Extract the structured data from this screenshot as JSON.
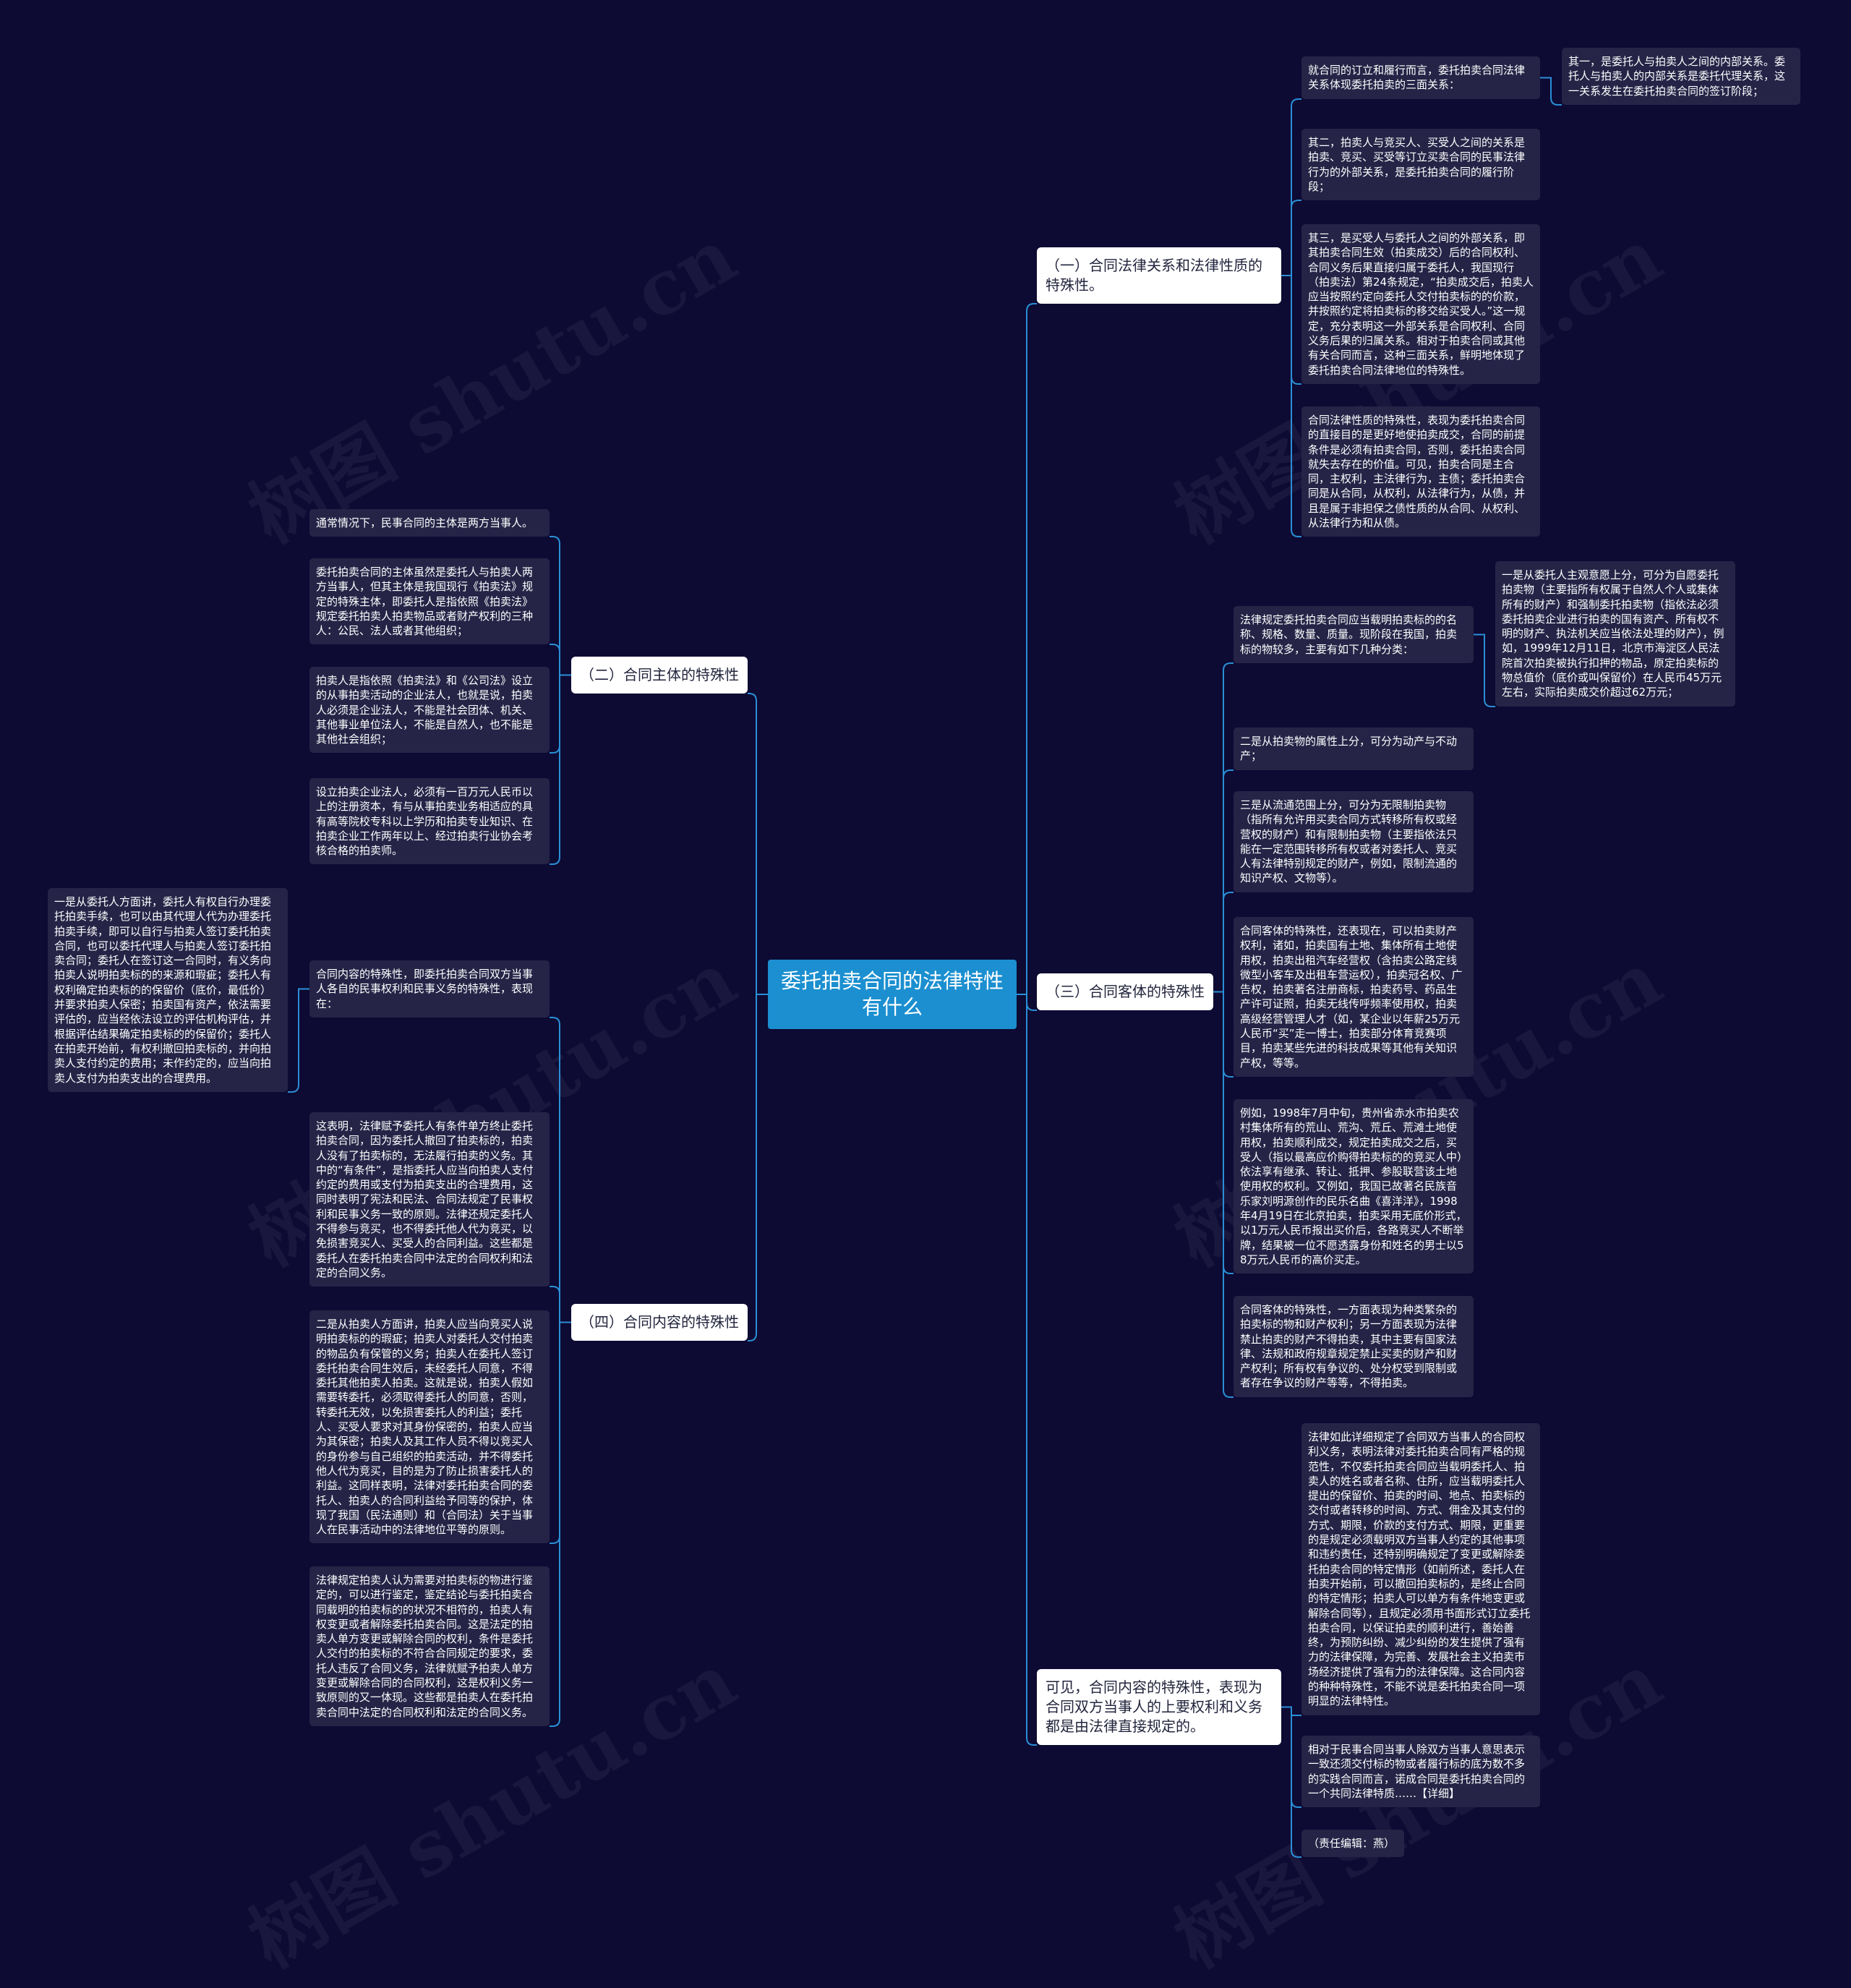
{
  "watermark": "树图 shutu.cn",
  "root": "委托拍卖合同的法律特性有什么",
  "branches": {
    "b1": "（一）合同法律关系和法律性质的特殊性。",
    "b2": "（二）合同主体的特殊性",
    "b3": "（三）合同客体的特殊性",
    "b4": "（四）合同内容的特殊性",
    "b5": "可见，合同内容的特殊性，表现为合同双方当事人的上要权利和义务都是由法律直接规定的。"
  },
  "leaves": {
    "b1_1": "就合同的订立和履行而言，委托拍卖合同法律关系体现委托拍卖的三面关系：",
    "b1_1a": "其一，是委托人与拍卖人之间的内部关系。委托人与拍卖人的内部关系是委托代理关系，这一关系发生在委托拍卖合同的签订阶段；",
    "b1_2": "其二，拍卖人与竞买人、买受人之间的关系是拍卖、竞买、买受等订立买卖合同的民事法律行为的外部关系，是委托拍卖合同的履行阶段；",
    "b1_3": "其三，是买受人与委托人之间的外部关系，即其拍卖合同生效（拍卖成交）后的合同权利、合同义务后果直接归属于委托人，我国现行（拍卖法）第24条规定，“拍卖成交后，拍卖人应当按照约定向委托人交付拍卖标的的价款，并按照约定将拍卖标的移交给买受人。”这一规定，充分表明这一外部关系是合同权利、合同义务后果的归属关系。相对于拍卖合同或其他有关合同而言，这种三面关系，鲜明地体现了委托拍卖合同法律地位的特殊性。",
    "b1_4": "合同法律性质的特殊性，表现为委托拍卖合同的直接目的是更好地使拍卖成交，合同的前提条件是必须有拍卖合同，否则，委托拍卖合同就失去存在的价值。可见，拍卖合同是主合同，主权利，主法律行为，主债；委托拍卖合同是从合同，从权利，从法律行为，从债，并且是属于非担保之债性质的从合同、从权利、从法律行为和从债。",
    "b2_1": "通常情况下，民事合同的主体是两方当事人。",
    "b2_2": "委托拍卖合同的主体虽然是委托人与拍卖人两方当事人，但其主体是我国现行《拍卖法》规定的特殊主体，即委托人是指依照《拍卖法》规定委托拍卖人拍卖物品或者财产权利的三种人：公民、法人或者其他组织；",
    "b2_3": "拍卖人是指依照《拍卖法》和《公司法》设立的从事拍卖活动的企业法人，也就是说，拍卖人必须是企业法人，不能是社会团体、机关、其他事业单位法人，不能是自然人，也不能是其他社会组织；",
    "b2_4": "设立拍卖企业法人，必须有一百万元人民币以上的注册资本，有与从事拍卖业务相适应的具有高等院校专科以上学历和拍卖专业知识、在拍卖企业工作两年以上、经过拍卖行业协会考核合格的拍卖师。",
    "b3_1": "法律规定委托拍卖合同应当载明拍卖标的的名称、规格、数量、质量。现阶段在我国，拍卖标的物较多，主要有如下几种分类：",
    "b3_1a": "一是从委托人主观意愿上分，可分为自愿委托拍卖物（主要指所有权属于自然人个人或集体所有的财产）和强制委托拍卖物（指依法必须委托拍卖企业进行拍卖的国有资产、所有权不明的财产、执法机关应当依法处理的财产），例如，1999年12月11日，北京市海淀区人民法院首次拍卖被执行扣押的物品，原定拍卖标的物总值价（底价或叫保留价）在人民币45万元左右，实际拍卖成交价超过62万元；",
    "b3_2": "二是从拍卖物的属性上分，可分为动产与不动产；",
    "b3_3": "三是从流通范围上分，可分为无限制拍卖物（指所有允许用买卖合同方式转移所有权或经营权的财产）和有限制拍卖物（主要指依法只能在一定范围转移所有权或者对委托人、竞买人有法律特别规定的财产，例如，限制流通的知识产权、文物等）。",
    "b3_4": "合同客体的特殊性，还表现在，可以拍卖财产权利，诸如，拍卖国有土地、集体所有土地使用权，拍卖出租汽车经营权（含拍卖公路定线微型小客车及出租车营运权），拍卖冠名权、广告权，拍卖著名注册商标，拍卖药号、药品生产许可证照，拍卖无线传呼频率使用权，拍卖高级经营管理人才（如，某企业以年薪25万元人民币“买”走一博士，拍卖部分体育竞赛项目，拍卖某些先进的科技成果等其他有关知识产权，等等。",
    "b3_5": "例如，1998年7月中旬，贵州省赤水市拍卖农村集体所有的荒山、荒沟、荒丘、荒滩土地使用权，拍卖顺利成交，规定拍卖成交之后，买受人（指以最高应价购得拍卖标的的竞买人中）依法享有继承、转让、抵押、参股联营该土地使用权的权利。又例如，我国已故著名民族音乐家刘明源创作的民乐名曲《喜洋洋》，1998年4月19日在北京拍卖，拍卖采用无底价形式，以1万元人民币报出买价后，各路竞买人不断举牌，结果被一位不愿透露身份和姓名的男士以58万元人民币的高价买走。",
    "b3_6": "合同客体的特殊性，一方面表现为种类繁杂的拍卖标的物和财产权利；另一方面表现为法律禁止拍卖的财产不得拍卖，其中主要有国家法律、法规和政府规章规定禁止买卖的财产和财产权利；所有权有争议的、处分权受到限制或者存在争议的财产等等，不得拍卖。",
    "b4_1": "合同内容的特殊性，即委托拍卖合同双方当事人各自的民事权利和民事义务的特殊性，表现在：",
    "b4_1a": "一是从委托人方面讲，委托人有权自行办理委托拍卖手续，也可以由其代理人代为办理委托拍卖手续，即可以自行与拍卖人签订委托拍卖合同，也可以委托代理人与拍卖人签订委托拍卖合同；委托人在签订这一合同时，有义务向拍卖人说明拍卖标的的来源和瑕疵；委托人有权利确定拍卖标的的保留价（底价，最低价）并要求拍卖人保密；拍卖国有资产，依法需要评估的，应当经依法设立的评估机构评估，并根据评估结果确定拍卖标的的保留价；委托人在拍卖开始前，有权利撤回拍卖标的，并向拍卖人支付约定的费用；未作约定的，应当向拍卖人支付为拍卖支出的合理费用。",
    "b4_2": "这表明，法律赋予委托人有条件单方终止委托拍卖合同，因为委托人撤回了拍卖标的，拍卖人没有了拍卖标的，无法履行拍卖的义务。其中的“有条件”，是指委托人应当向拍卖人支付约定的费用或支付为拍卖支出的合理费用，这同时表明了宪法和民法、合同法规定了民事权利和民事义务一致的原则。法律还规定委托人不得参与竞买，也不得委托他人代为竞买，以免损害竞买人、买受人的合同利益。这些都是委托人在委托拍卖合同中法定的合同权利和法定的合同义务。",
    "b4_3": "二是从拍卖人方面讲，拍卖人应当向竞买人说明拍卖标的的瑕疵；拍卖人对委托人交付拍卖的物品负有保管的义务；拍卖人在委托人签订委托拍卖合同生效后，未经委托人同意，不得委托其他拍卖人拍卖。这就是说，拍卖人假如需要转委托，必须取得委托人的同意，否则，转委托无效，以免损害委托人的利益；委托人、买受人要求对其身份保密的，拍卖人应当为其保密；拍卖人及其工作人员不得以竞买人的身份参与自己组织的拍卖活动，并不得委托他人代为竞买，目的是为了防止损害委托人的利益。这同样表明，法律对委托拍卖合同的委托人、拍卖人的合同利益给予同等的保护，体现了我国（民法通则）和（合同法）关于当事人在民事活动中的法律地位平等的原则。",
    "b4_4": "法律规定拍卖人认为需要对拍卖标的物进行鉴定的，可以进行鉴定，鉴定结论与委托拍卖合同载明的拍卖标的的状况不相符的，拍卖人有权变更或者解除委托拍卖合同。这是法定的拍卖人单方变更或解除合同的权利，条件是委托人交付的拍卖标的不符合合同规定的要求，委托人违反了合同义务，法律就赋予拍卖人单方变更或解除合同的合同权利，这是权利义务一致原则的又一体现。这些都是拍卖人在委托拍卖合同中法定的合同权利和法定的合同义务。",
    "b5_1": "法律如此详细规定了合同双方当事人的合同权利义务，表明法律对委托拍卖合同有严格的规范性，不仅委托拍卖合同应当载明委托人、拍卖人的姓名或者名称、住所，应当载明委托人提出的保留价、拍卖的时间、地点、拍卖标的交付或者转移的时间、方式、佣金及其支付的方式、期限，价款的支付方式、期限，更重要的是规定必须载明双方当事人约定的其他事项和违约责任，还特别明确规定了变更或解除委托拍卖合同的特定情形（如前所述，委托人在拍卖开始前，可以撤回拍卖标的，是终止合同的特定情形；拍卖人可以单方有条件地变更或解除合同等），且规定必须用书面形式订立委托拍卖合同，以保证拍卖的顺利进行，善始善终，为预防纠纷、减少纠纷的发生提供了强有力的法律保障，为完善、发展社会主义拍卖市场经济提供了强有力的法律保障。这合同内容的种种特殊性，不能不说是委托拍卖合同一项明显的法律特性。",
    "b5_2": "相对于民事合同当事人除双方当事人意思表示一致还须交付标的物或者履行标的底为数不多的实践合同而言，诺成合同是委托拍卖合同的一个共同法律特质……【详细】",
    "b5_3": "（责任编辑：燕）"
  }
}
